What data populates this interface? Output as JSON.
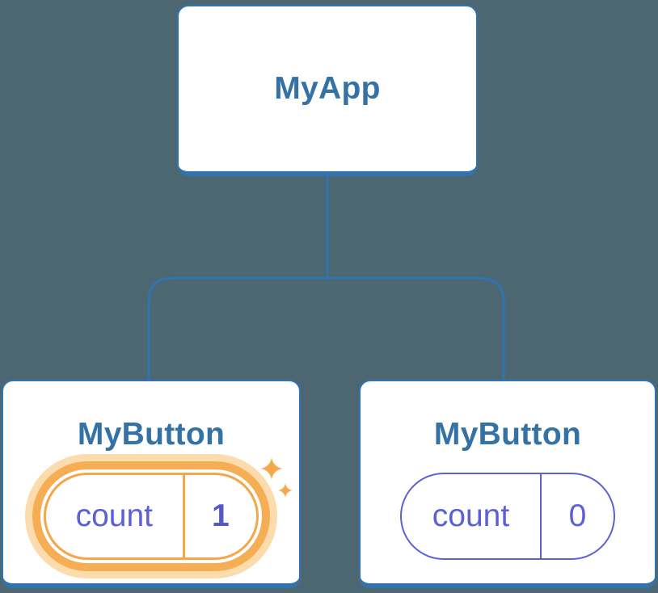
{
  "colors": {
    "canvas_bg": "#4d6772",
    "card_bg": "#ffffff",
    "card_border": "#3174ad",
    "node_title": "#3471a4",
    "state_purple": "#5c60d6",
    "state_value_active": "#5457c9",
    "highlight_orange": "#f3a64a",
    "highlight_ring": "#f6ae54",
    "highlight_glow": "#fcdbac",
    "sparkle": "#f6a94c"
  },
  "tree": {
    "root": {
      "label": "MyApp"
    },
    "children": [
      {
        "label": "MyButton",
        "state": {
          "key": "count",
          "value": "1"
        },
        "highlighted": true
      },
      {
        "label": "MyButton",
        "state": {
          "key": "count",
          "value": "0"
        },
        "highlighted": false
      }
    ]
  }
}
